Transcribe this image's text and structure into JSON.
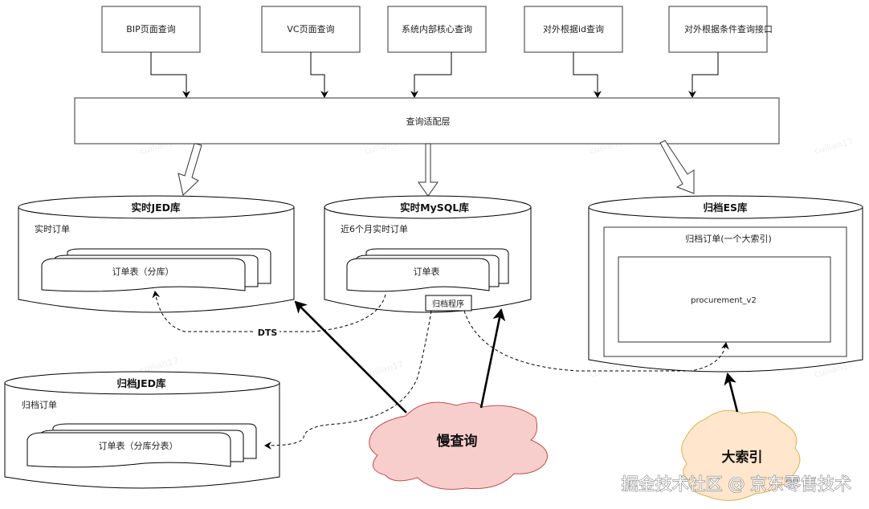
{
  "sources": [
    {
      "id": "bip",
      "label": "BIP页面查询"
    },
    {
      "id": "vc",
      "label": "VC页面查询"
    },
    {
      "id": "internal",
      "label": "系统内部核心查询"
    },
    {
      "id": "ext-id",
      "label": "对外根据id查询"
    },
    {
      "id": "ext-cond",
      "label": "对外根据条件查询接口"
    }
  ],
  "adapter": {
    "label": "查询适配层"
  },
  "databases": {
    "realtime_jed": {
      "title": "实时JED库",
      "subtitle": "实时订单",
      "table": "订单表（分库）"
    },
    "realtime_mysql": {
      "title": "实时MySQL库",
      "subtitle": "近6个月实时订单",
      "table": "订单表",
      "program": "归档程序"
    },
    "archive_es": {
      "title": "归档ES库",
      "subtitle": "归档订单(一个大索引)",
      "index": "procurement_v2"
    },
    "archive_jed": {
      "title": "归档JED库",
      "subtitle": "归档订单",
      "table": "订单表（分库分表）"
    }
  },
  "edges": {
    "dts_label": "DTS"
  },
  "clouds": {
    "slow_query": {
      "label": "慢查询",
      "fill": "#f8cecc",
      "stroke": "#b85450"
    },
    "big_index": {
      "label": "大索引",
      "fill": "#ffe6cc",
      "stroke": "#d6b656"
    }
  },
  "watermark": "cuilian17",
  "footer": "掘金技术社区 @ 京东零售技术"
}
